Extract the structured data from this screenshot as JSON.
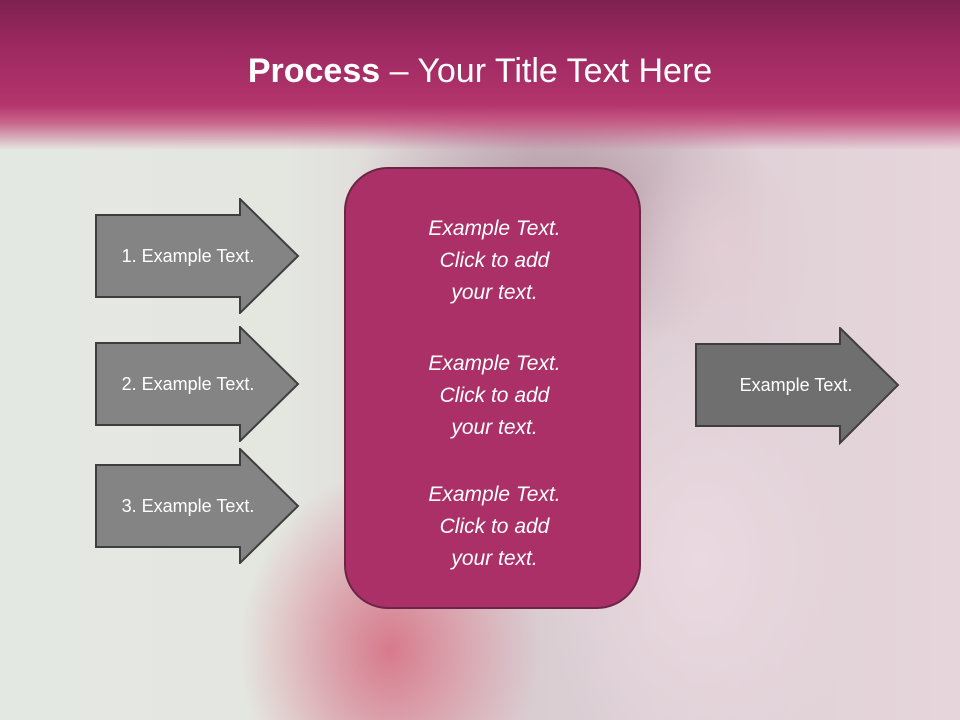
{
  "title": {
    "bold": "Process",
    "rest": " – Your Title Text Here"
  },
  "left_arrows": [
    "1. Example Text.",
    "2. Example Text.",
    "3. Example Text."
  ],
  "center_blocks": [
    [
      "Example Text.",
      "Click  to add",
      "your text."
    ],
    [
      "Example Text.",
      "Click  to add",
      "your text."
    ],
    [
      "Example Text.",
      "Click  to add",
      "your text."
    ]
  ],
  "right_arrow": "Example Text.",
  "colors": {
    "title_bar": "#9c2860",
    "center_box": "#ab3068",
    "arrow_fill": "#848484"
  }
}
